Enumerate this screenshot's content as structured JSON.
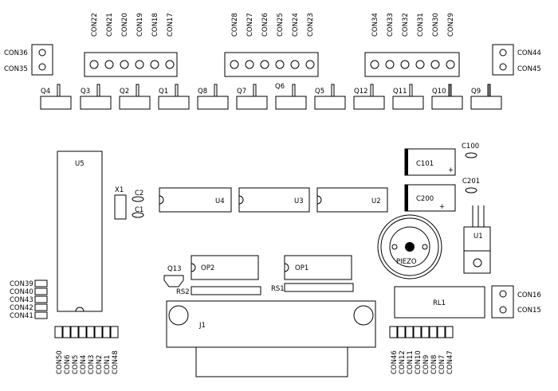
{
  "connector_blocks": [
    {
      "pins": [
        "CON22",
        "CON21",
        "CON20",
        "CON19",
        "CON18",
        "CON17"
      ]
    },
    {
      "pins": [
        "CON28",
        "CON27",
        "CON26",
        "CON25",
        "CON24",
        "CON23"
      ]
    },
    {
      "pins": [
        "CON34",
        "CON33",
        "CON32",
        "CON31",
        "CON30",
        "CON29"
      ]
    }
  ],
  "two_pin_connectors": [
    {
      "top": "CON36",
      "bottom": "CON35"
    },
    {
      "top": "CON44",
      "bottom": "CON45"
    },
    {
      "top": "CON16",
      "bottom": "CON15"
    }
  ],
  "transistors": [
    "Q4",
    "Q3",
    "Q2",
    "Q1",
    "Q8",
    "Q7",
    "Q6",
    "Q5",
    "Q12",
    "Q11",
    "Q10",
    "Q9"
  ],
  "ics": {
    "u5": "U5",
    "u4": "U4",
    "u3": "U3",
    "u2": "U2",
    "u1": "U1",
    "op1": "OP1",
    "op2": "OP2"
  },
  "capacitors": {
    "c1": "C1",
    "c2": "C2",
    "c100": "C100",
    "c101": "C101",
    "c200": "C200",
    "c201": "C201"
  },
  "misc": {
    "x1": "X1",
    "q13": "Q13",
    "rs1": "RS1",
    "rs2": "RS2",
    "piezo": "PIEZO",
    "relay": "RL1",
    "connector_j1": "J1"
  },
  "left_header": [
    "CON39",
    "CON40",
    "CON43",
    "CON42",
    "CON41"
  ],
  "bottom_left_pins": [
    "CON50",
    "CON6",
    "CON5",
    "CON4",
    "CON3",
    "CON2",
    "CON1",
    "CON48"
  ],
  "bottom_right_pins": [
    "CON46",
    "CON12",
    "CON11",
    "CON10",
    "CON9",
    "CON8",
    "CON7",
    "CON47"
  ]
}
